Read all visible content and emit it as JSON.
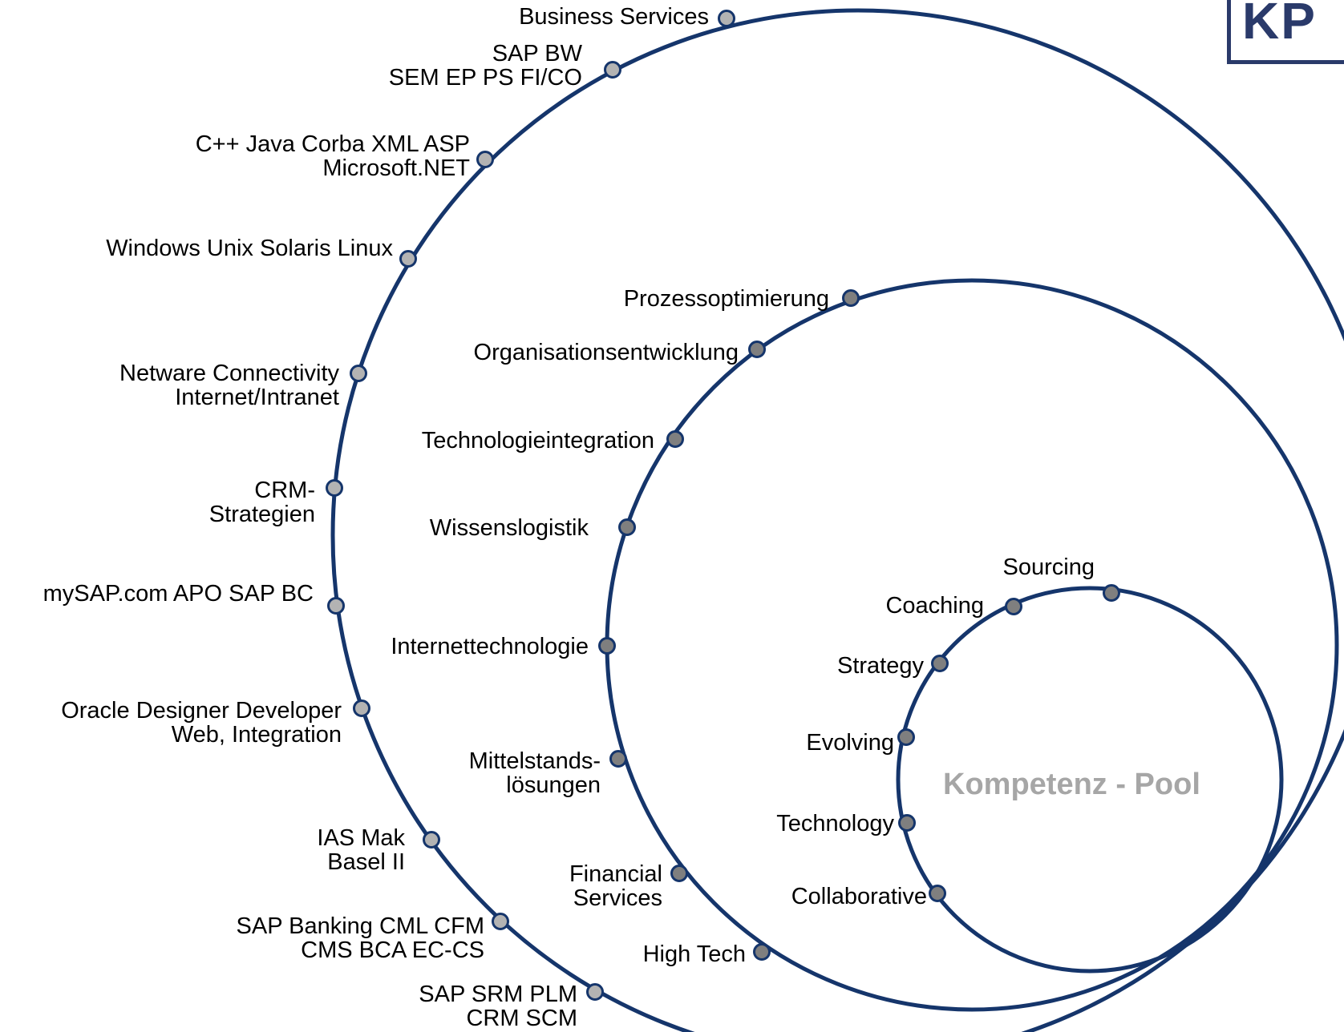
{
  "logo": {
    "text": "KP"
  },
  "center": {
    "title": "Kompetenz - Pool"
  },
  "outer_ring": [
    {
      "lines": [
        "Business Services"
      ]
    },
    {
      "lines": [
        "SAP BW",
        "SEM EP PS FI/CO"
      ]
    },
    {
      "lines": [
        "C++ Java Corba XML ASP",
        "Microsoft.NET"
      ]
    },
    {
      "lines": [
        "Windows Unix Solaris Linux"
      ]
    },
    {
      "lines": [
        "Netware Connectivity",
        "Internet/Intranet"
      ]
    },
    {
      "lines": [
        "CRM-",
        "Strategien"
      ]
    },
    {
      "lines": [
        "mySAP.com APO SAP BC"
      ]
    },
    {
      "lines": [
        "Oracle Designer Developer",
        "Web, Integration"
      ]
    },
    {
      "lines": [
        "IAS Mak",
        "Basel II"
      ]
    },
    {
      "lines": [
        "SAP Banking CML CFM",
        "CMS BCA EC-CS"
      ]
    },
    {
      "lines": [
        "SAP SRM PLM",
        "CRM  SCM"
      ]
    }
  ],
  "middle_ring": [
    {
      "lines": [
        "Prozessoptimierung"
      ]
    },
    {
      "lines": [
        "Organisationsentwicklung"
      ]
    },
    {
      "lines": [
        "Technologieintegration"
      ]
    },
    {
      "lines": [
        "Wissenslogistik"
      ]
    },
    {
      "lines": [
        "Internettechnologie"
      ]
    },
    {
      "lines": [
        "Mittelstands-",
        "lösungen"
      ]
    },
    {
      "lines": [
        "Financial",
        "Services"
      ]
    },
    {
      "lines": [
        "High Tech"
      ]
    }
  ],
  "inner_ring": [
    {
      "lines": [
        "Sourcing"
      ]
    },
    {
      "lines": [
        "Coaching"
      ]
    },
    {
      "lines": [
        "Strategy"
      ]
    },
    {
      "lines": [
        "Evolving"
      ]
    },
    {
      "lines": [
        "Technology"
      ]
    },
    {
      "lines": [
        "Collaborative"
      ]
    }
  ],
  "colors": {
    "ring": "#15356b",
    "outer_dot": "#b3b3b3",
    "inner_dot": "#7f7f7f",
    "center_text": "#a6a6a6"
  }
}
